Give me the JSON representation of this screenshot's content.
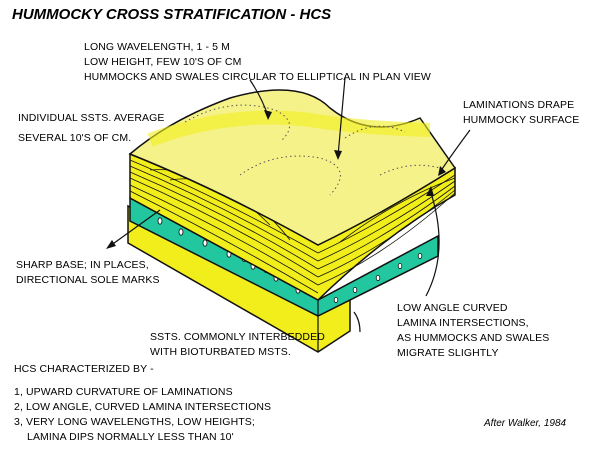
{
  "title": "HUMMOCKY CROSS STRATIFICATION - HCS",
  "labels": {
    "wavelength": [
      "LONG WAVELENGTH, 1 - 5 M",
      "LOW HEIGHT, FEW 10'S OF CM",
      "HUMMOCKS AND SWALES CIRCULAR TO ELLIPTICAL IN PLAN VIEW"
    ],
    "individual": [
      "INDIVIDUAL SSTS. AVERAGE",
      "SEVERAL 10'S OF CM."
    ],
    "laminations": [
      "LAMINATIONS DRAPE",
      "HUMMOCKY SURFACE"
    ],
    "sharp_base": [
      "SHARP BASE; IN PLACES,",
      "DIRECTIONAL SOLE MARKS"
    ],
    "low_angle": [
      "LOW ANGLE CURVED",
      "LAMINA INTERSECTIONS,",
      "AS HUMMOCKS AND SWALES",
      "MIGRATE SLIGHTLY"
    ],
    "interbedded": [
      "SSTS. COMMONLY INTERBEDDED",
      "WITH BIOTURBATED MSTS."
    ]
  },
  "characterized": {
    "heading": "HCS CHARACTERIZED BY -",
    "items": [
      "1, UPWARD CURVATURE OF LAMINATIONS",
      "2, LOW ANGLE, CURVED LAMINA INTERSECTIONS",
      "3, VERY LONG WAVELENGTHS, LOW HEIGHTS;",
      "LAMINA DIPS NORMALLY LESS THAN 10'"
    ]
  },
  "credit": "After Walker, 1984",
  "colors": {
    "sandstone": "#f2ee1c",
    "sandstone_light": "#f6f28a",
    "mudstone": "#22c7a0",
    "outline": "#111111"
  }
}
